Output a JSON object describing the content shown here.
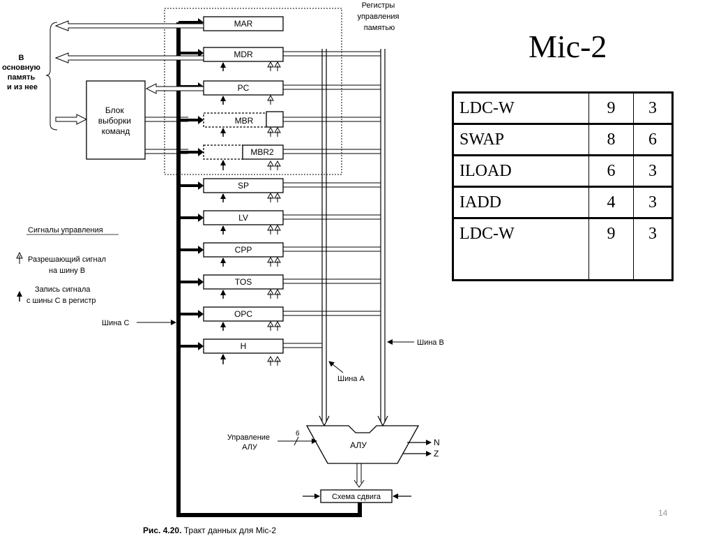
{
  "title": "Mic-2",
  "page_number": "14",
  "caption": {
    "label": "Рис. 4.20.",
    "text": " Тракт данных для Mic-2"
  },
  "table": [
    {
      "instr": "LDC-W",
      "a": "9",
      "b": "3"
    },
    {
      "instr": "SWAP",
      "a": "8",
      "b": "6"
    },
    {
      "instr": "ILOAD",
      "a": "6",
      "b": "3"
    },
    {
      "instr": "IADD",
      "a": "4",
      "b": "3"
    },
    {
      "instr": "LDC-W",
      "a": "9",
      "b": "3"
    }
  ],
  "diagram": {
    "registers": {
      "mar": "MAR",
      "mdr": "MDR",
      "pc": "PC",
      "mbr": "MBR",
      "mbr2": "MBR2",
      "sp": "SP",
      "lv": "LV",
      "cpp": "CPP",
      "tos": "TOS",
      "opc": "OPC",
      "h": "H"
    },
    "mem_regs_label": [
      "Регистры",
      "управления",
      "памятью"
    ],
    "main_memory_label": [
      "В",
      "основную",
      "память",
      "и из нее"
    ],
    "ifu_label": [
      "Блок",
      "выборки",
      "команд"
    ],
    "legend_title": "Сигналы управления",
    "legend_b": [
      "Разрешающий сигнал",
      "на шину B"
    ],
    "legend_c": [
      "Запись сигнала",
      "с шины C в регистр"
    ],
    "bus_c": "Шина C",
    "bus_b": "Шина B",
    "bus_a": "Шина A",
    "alu_ctrl": [
      "Управление",
      "АЛУ"
    ],
    "alu_ctrl_bits": "6",
    "alu": "АЛУ",
    "flag_n": "N",
    "flag_z": "Z",
    "shifter": "Схема сдвига"
  }
}
